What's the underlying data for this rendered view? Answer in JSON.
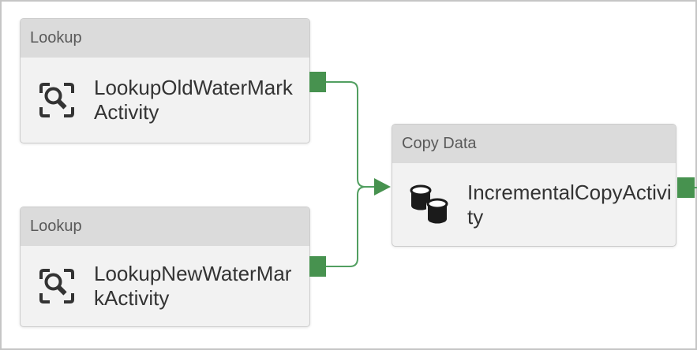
{
  "pipeline": {
    "nodes": [
      {
        "id": "node-1",
        "type": "Lookup",
        "name": "LookupOldWaterMarkActivity",
        "icon": "lookup-icon"
      },
      {
        "id": "node-2",
        "type": "Lookup",
        "name": "LookupNewWaterMarkActivity",
        "icon": "lookup-icon"
      },
      {
        "id": "node-3",
        "type": "Copy Data",
        "name": "IncrementalCopyActivity",
        "icon": "copy-data-icon"
      }
    ],
    "connections": [
      {
        "from": "LookupOldWaterMarkActivity",
        "to": "IncrementalCopyActivity"
      },
      {
        "from": "LookupNewWaterMarkActivity",
        "to": "IncrementalCopyActivity"
      }
    ],
    "colors": {
      "connector_line": "#519f60",
      "port_fill": "#47924f",
      "header_bg": "#dbdbdb",
      "body_bg": "#f2f2f2",
      "header_text": "#595959",
      "body_text": "#333333"
    }
  }
}
